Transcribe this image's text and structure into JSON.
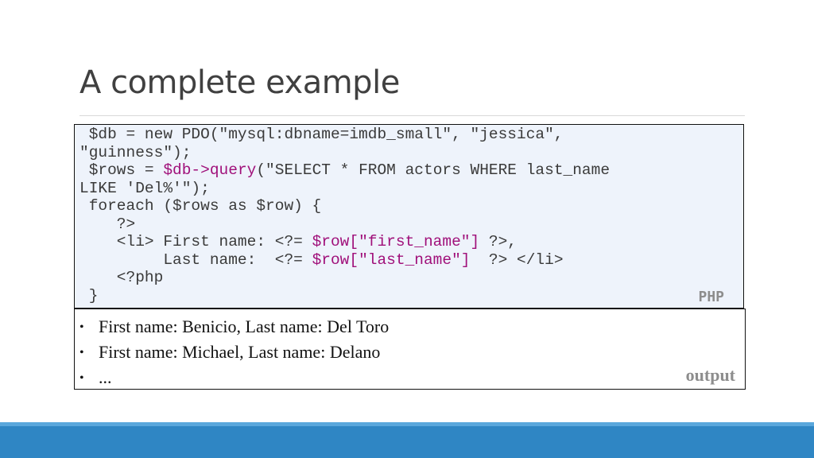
{
  "slide": {
    "title": "A complete example"
  },
  "code": {
    "language_label": "PHP",
    "lines": [
      [
        {
          "text": " $db = new PDO(\"mysql:dbname=imdb_small\", \"jessica\","
        }
      ],
      [
        {
          "text": "\"guinness\");"
        }
      ],
      [
        {
          "text": " $rows = "
        },
        {
          "text": "$db->query",
          "hl": true
        },
        {
          "text": "(\"SELECT * FROM actors WHERE last_name"
        }
      ],
      [
        {
          "text": "LIKE 'Del%'\");"
        }
      ],
      [
        {
          "text": " foreach ($rows as $row) {"
        }
      ],
      [
        {
          "text": "    ?>"
        }
      ],
      [
        {
          "text": "    <li> First name: <?= "
        },
        {
          "text": "$row[\"first_name\"]",
          "hl": true
        },
        {
          "text": " ?>,"
        }
      ],
      [
        {
          "text": "         Last name:  <?= "
        },
        {
          "text": "$row[\"last_name\"]",
          "hl": true
        },
        {
          "text": "  ?> </li>"
        }
      ],
      [
        {
          "text": "    <?php"
        }
      ],
      [
        {
          "text": " }"
        }
      ]
    ]
  },
  "output": {
    "label": "output",
    "bullet": "•",
    "items": [
      "First name: Benicio, Last name: Del Toro",
      "First name: Michael, Last name: Delano",
      "..."
    ]
  },
  "colors": {
    "code_background": "#eef3fb",
    "highlight": "#a0107a",
    "label_gray": "#8d8d8d",
    "footer": "#2f86c4"
  }
}
